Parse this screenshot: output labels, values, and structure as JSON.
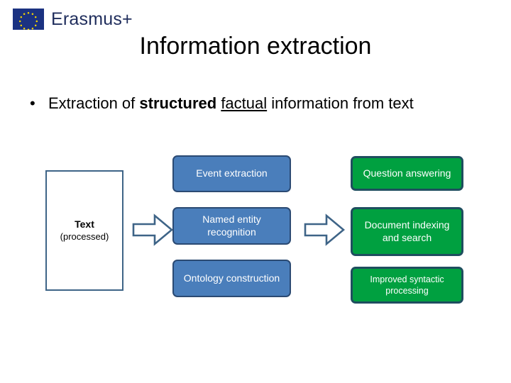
{
  "logo": {
    "flag_alt": "eu-flag",
    "wordmark": "Erasmus+",
    "flag_bg": "#1b3281",
    "star_color": "#f5d400",
    "word_color": "#1f2d5c"
  },
  "title": "Information extraction",
  "body": {
    "bullet_marker": "•",
    "line_parts": {
      "pre": "Extraction of ",
      "bold": "structured",
      "mid": " ",
      "underline": "factual",
      "post": " information from text"
    },
    "full_text": "Extraction of structured factual information from text"
  },
  "diagram": {
    "source_box": {
      "line1": "Text",
      "line2": "(processed)",
      "border_color": "#3e6487",
      "fill": "#ffffff"
    },
    "arrows": [
      {
        "name": "arrow-source-to-tasks",
        "direction": "right"
      },
      {
        "name": "arrow-tasks-to-applications",
        "direction": "right"
      }
    ],
    "tasks": {
      "fill": "#4a7ebb",
      "border": "#2b4a73",
      "items": [
        {
          "label": "Event extraction"
        },
        {
          "label": "Named entity recognition"
        },
        {
          "label": "Ontology construction"
        }
      ]
    },
    "applications": {
      "fill": "#00a040",
      "border": "#1f4e5f",
      "items": [
        {
          "label": "Question answering"
        },
        {
          "label": "Document indexing and search"
        },
        {
          "label": "Improved syntactic processing"
        }
      ]
    }
  }
}
